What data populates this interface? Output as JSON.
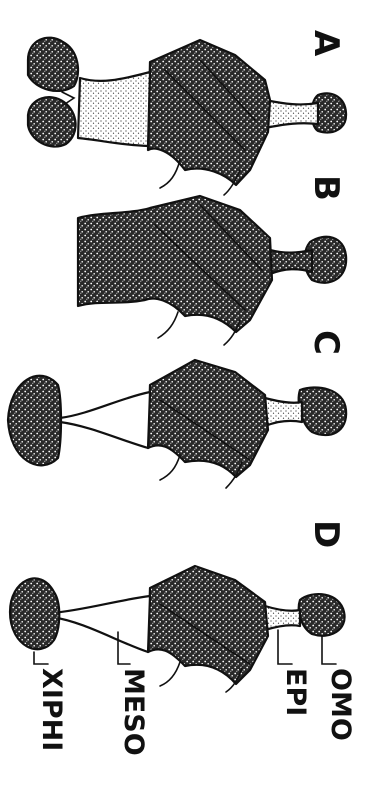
{
  "panels": [
    "A",
    "B",
    "C",
    "D"
  ],
  "parts": [
    "OMO",
    "EPI",
    "MESO",
    "XIPHI"
  ],
  "colors": {
    "ink": "#111111",
    "background": "#ffffff"
  }
}
